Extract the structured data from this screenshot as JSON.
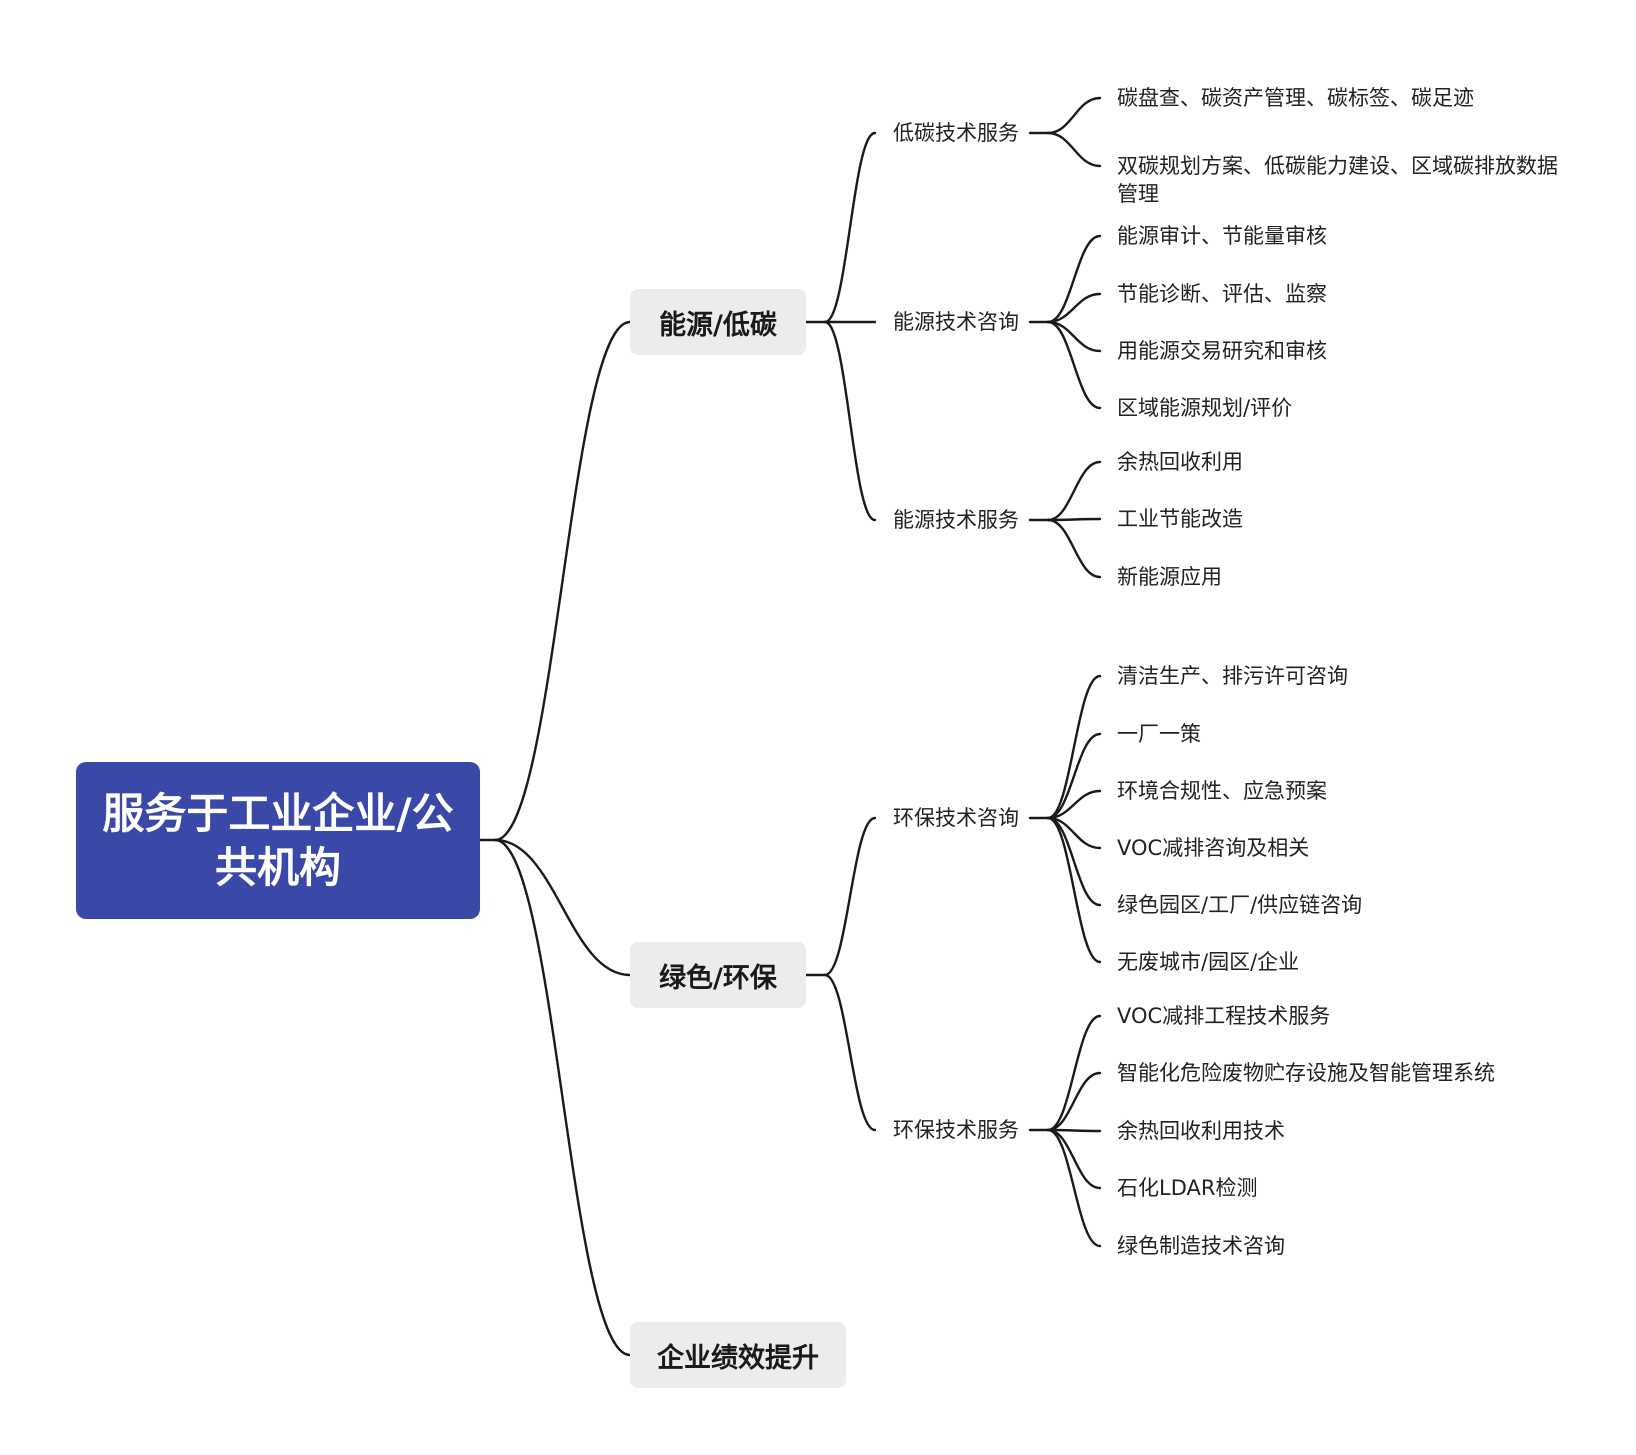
{
  "root": {
    "title": "服务于工业企业/公共机构",
    "color": "#3a48a8"
  },
  "branches": [
    {
      "label": "能源/低碳",
      "subs": [
        {
          "label": "低碳技术服务",
          "leaves": [
            "碳盘查、碳资产管理、碳标签、碳足迹",
            "双碳规划方案、低碳能力建设、区域碳排放数据管理"
          ]
        },
        {
          "label": "能源技术咨询",
          "leaves": [
            "能源审计、节能量审核",
            "节能诊断、评估、监察",
            "用能源交易研究和审核",
            "区域能源规划/评价"
          ]
        },
        {
          "label": "能源技术服务",
          "leaves": [
            "余热回收利用",
            "工业节能改造",
            "新能源应用"
          ]
        }
      ]
    },
    {
      "label": "绿色/环保",
      "subs": [
        {
          "label": "环保技术咨询",
          "leaves": [
            "清洁生产、排污许可咨询",
            "一厂一策",
            "环境合规性、应急预案",
            "VOC减排咨询及相关",
            "绿色园区/工厂/供应链咨询",
            "无废城市/园区/企业"
          ]
        },
        {
          "label": "环保技术服务",
          "leaves": [
            "VOC减排工程技术服务",
            "智能化危险废物贮存设施及智能管理系统",
            "余热回收利用技术",
            "石化LDAR检测",
            "绿色制造技术咨询"
          ]
        }
      ]
    },
    {
      "label": "企业绩效提升",
      "subs": []
    }
  ]
}
